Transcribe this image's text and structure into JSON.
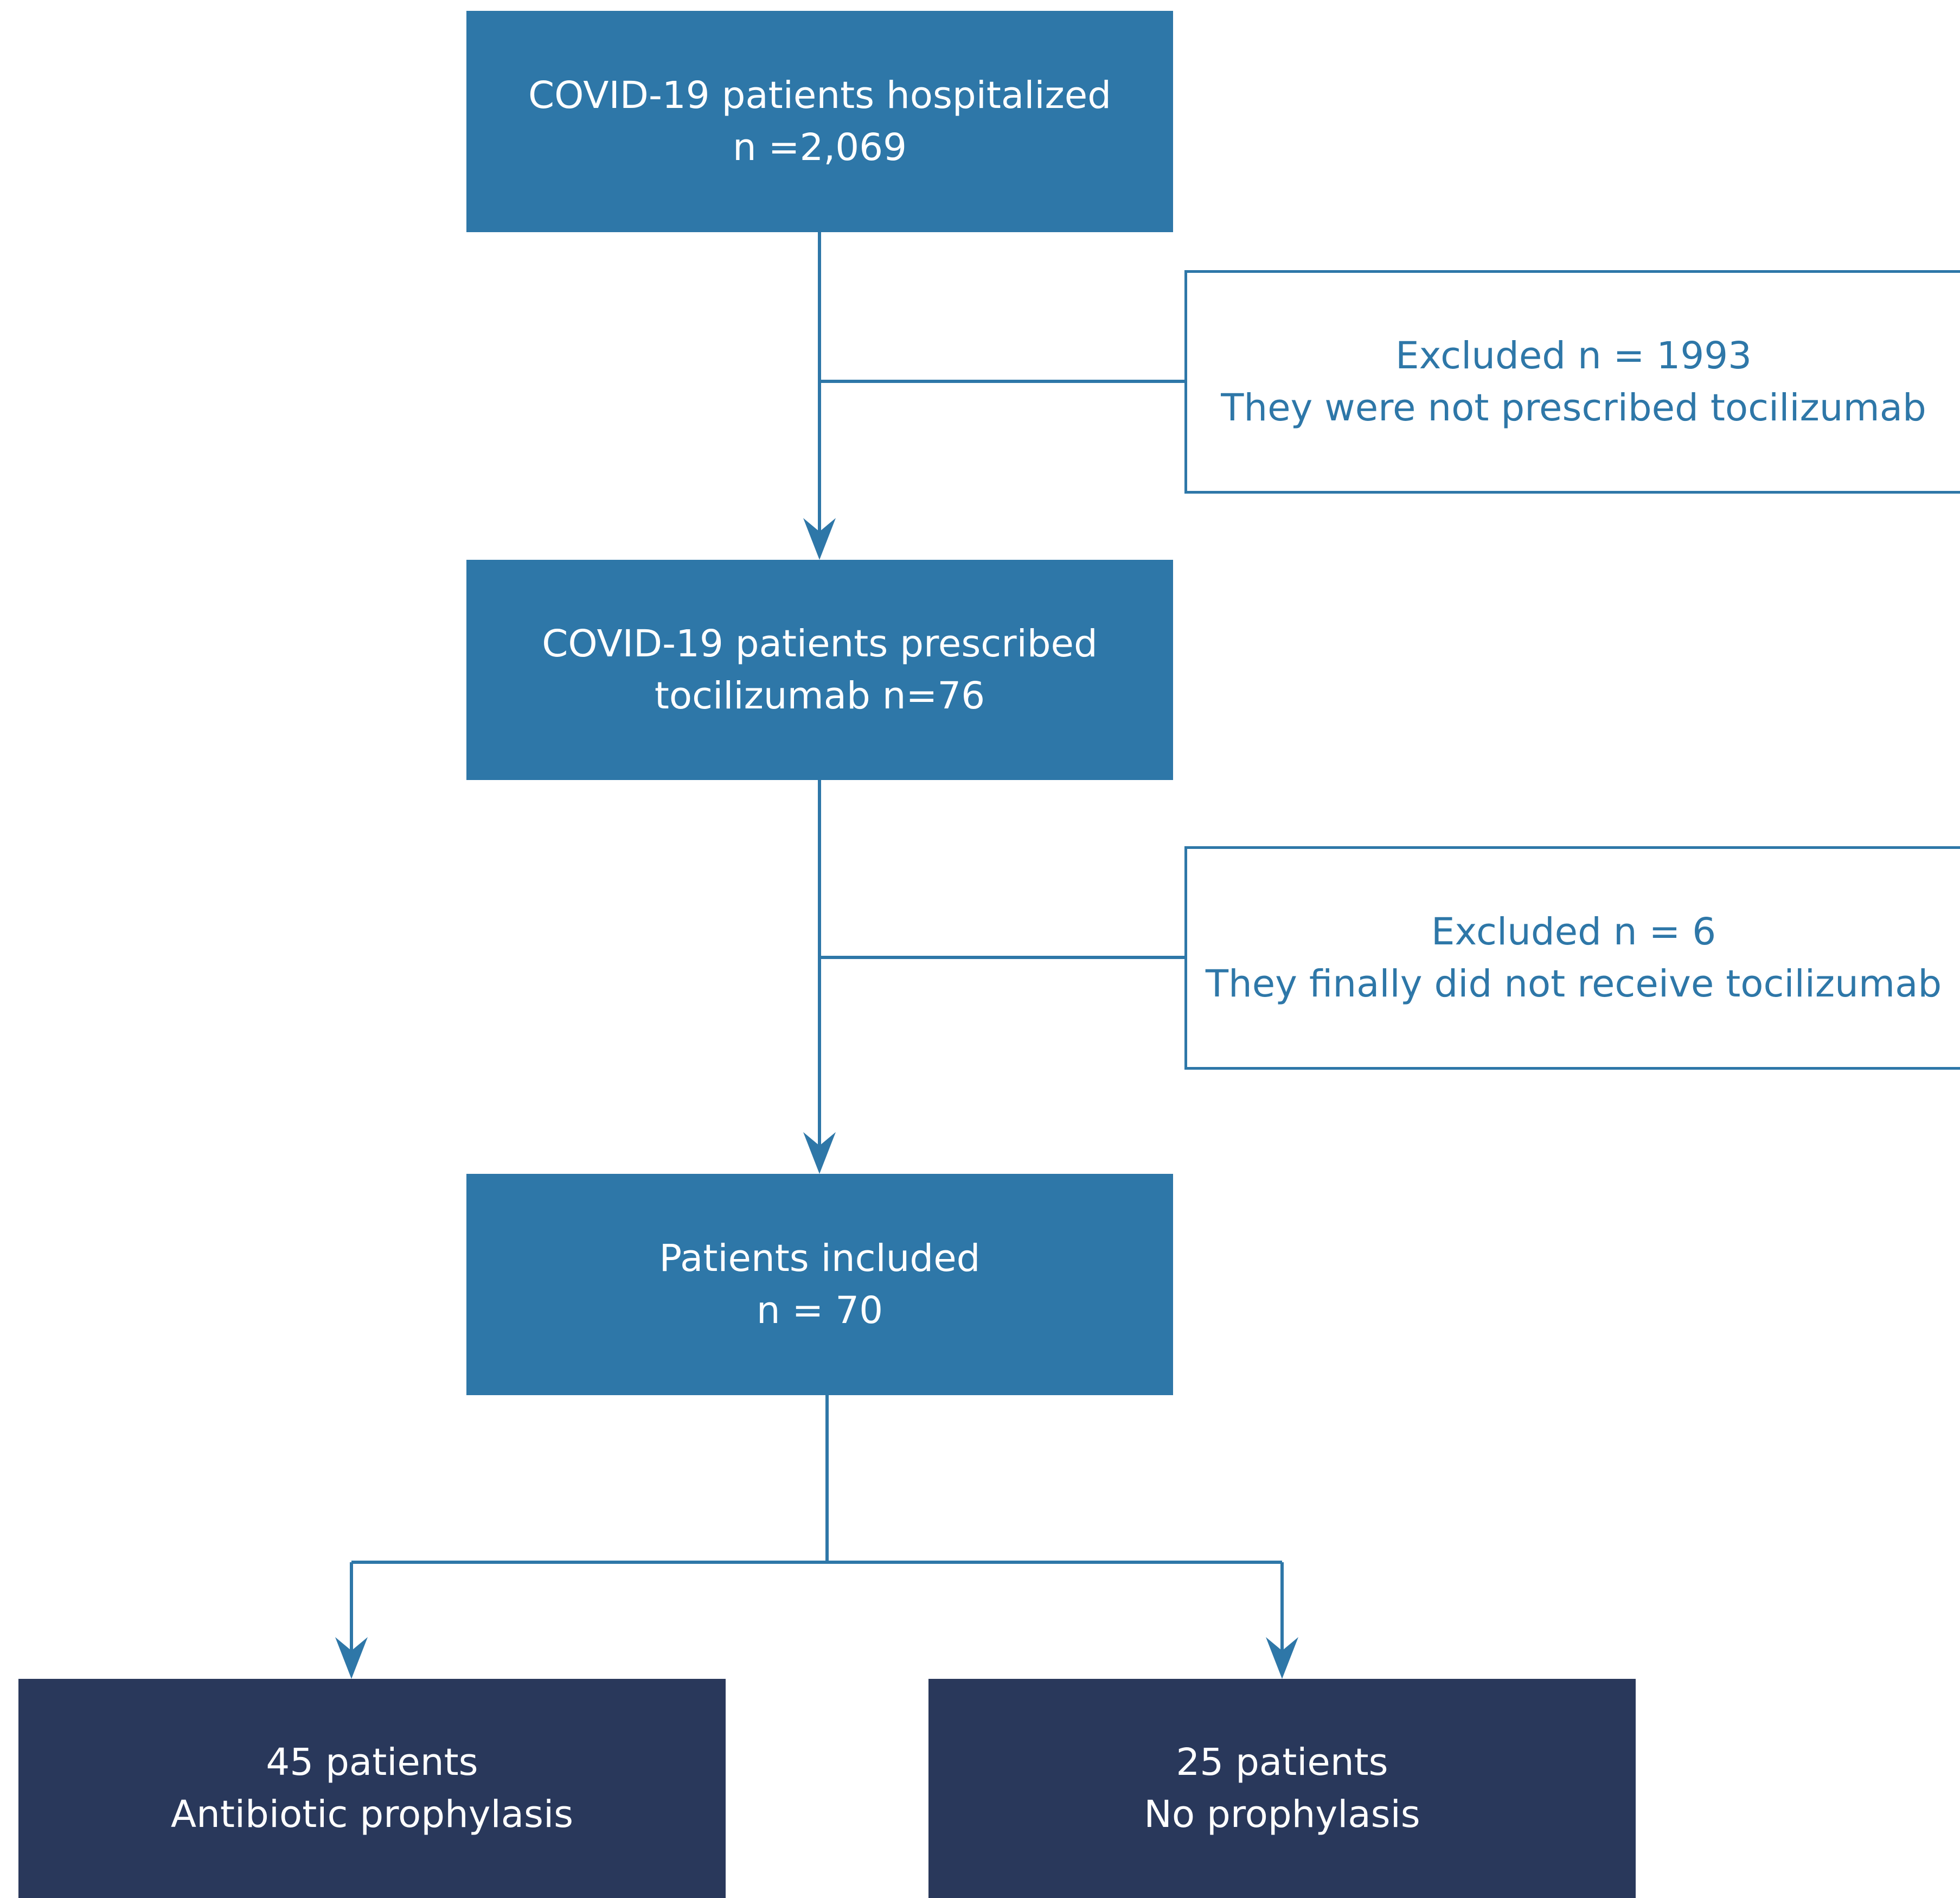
{
  "colors": {
    "primary": "#2e77a8",
    "dark": "#29385b",
    "background": "#ffffff"
  },
  "nodes": {
    "hospitalized": {
      "line1": "COVID-19 patients hospitalized",
      "line2": "n =2,069"
    },
    "excluded_1": {
      "line1": "Excluded n = 1993",
      "line2": "They were not prescribed  tocilizumab"
    },
    "prescribed": {
      "line1": "COVID-19 patients prescribed",
      "line2": "tocilizumab n=76"
    },
    "excluded_2": {
      "line1": "Excluded n = 6",
      "line2": "They finally did not receive tocilizumab"
    },
    "included": {
      "line1": "Patients included",
      "line2": "n = 70"
    },
    "prophylaxis": {
      "line1": "45 patients",
      "line2": "Antibiotic prophylasis"
    },
    "no_prophylaxis": {
      "line1": "25 patients",
      "line2": "No prophylasis"
    }
  }
}
